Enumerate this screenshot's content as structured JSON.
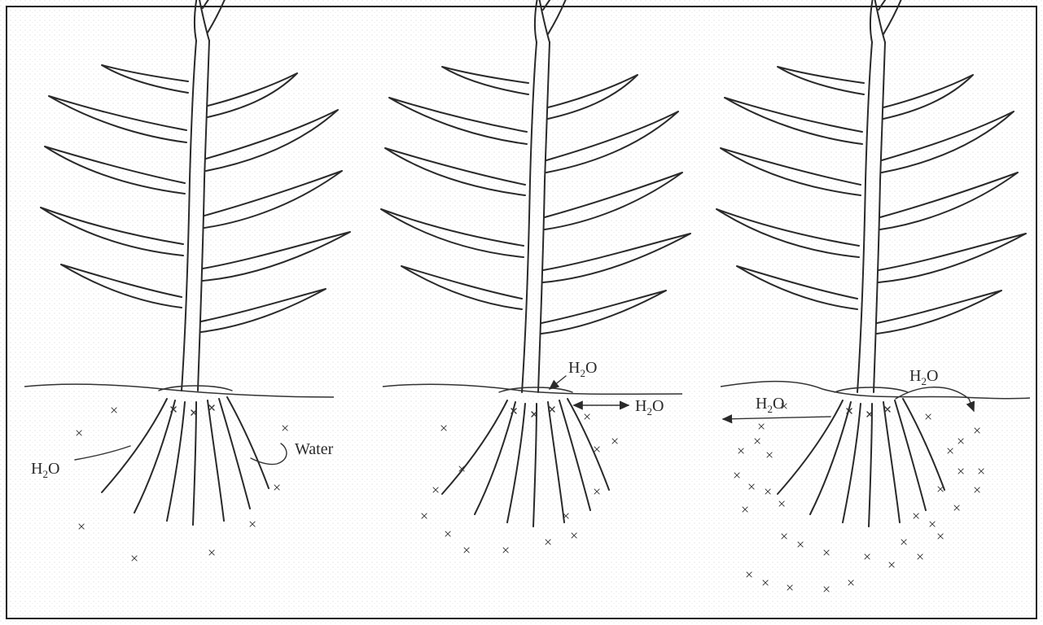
{
  "panels": [
    {
      "labels": {
        "h2o": "H2O",
        "water": "Water"
      }
    },
    {
      "labels": {
        "h2o_top": "H2O",
        "h2o_side": "H2O"
      }
    },
    {
      "labels": {
        "h2o_left": "H2O",
        "h2o_right": "H2O"
      }
    }
  ],
  "style": {
    "background": "#ffffff",
    "ink": "#2a2a2a"
  }
}
